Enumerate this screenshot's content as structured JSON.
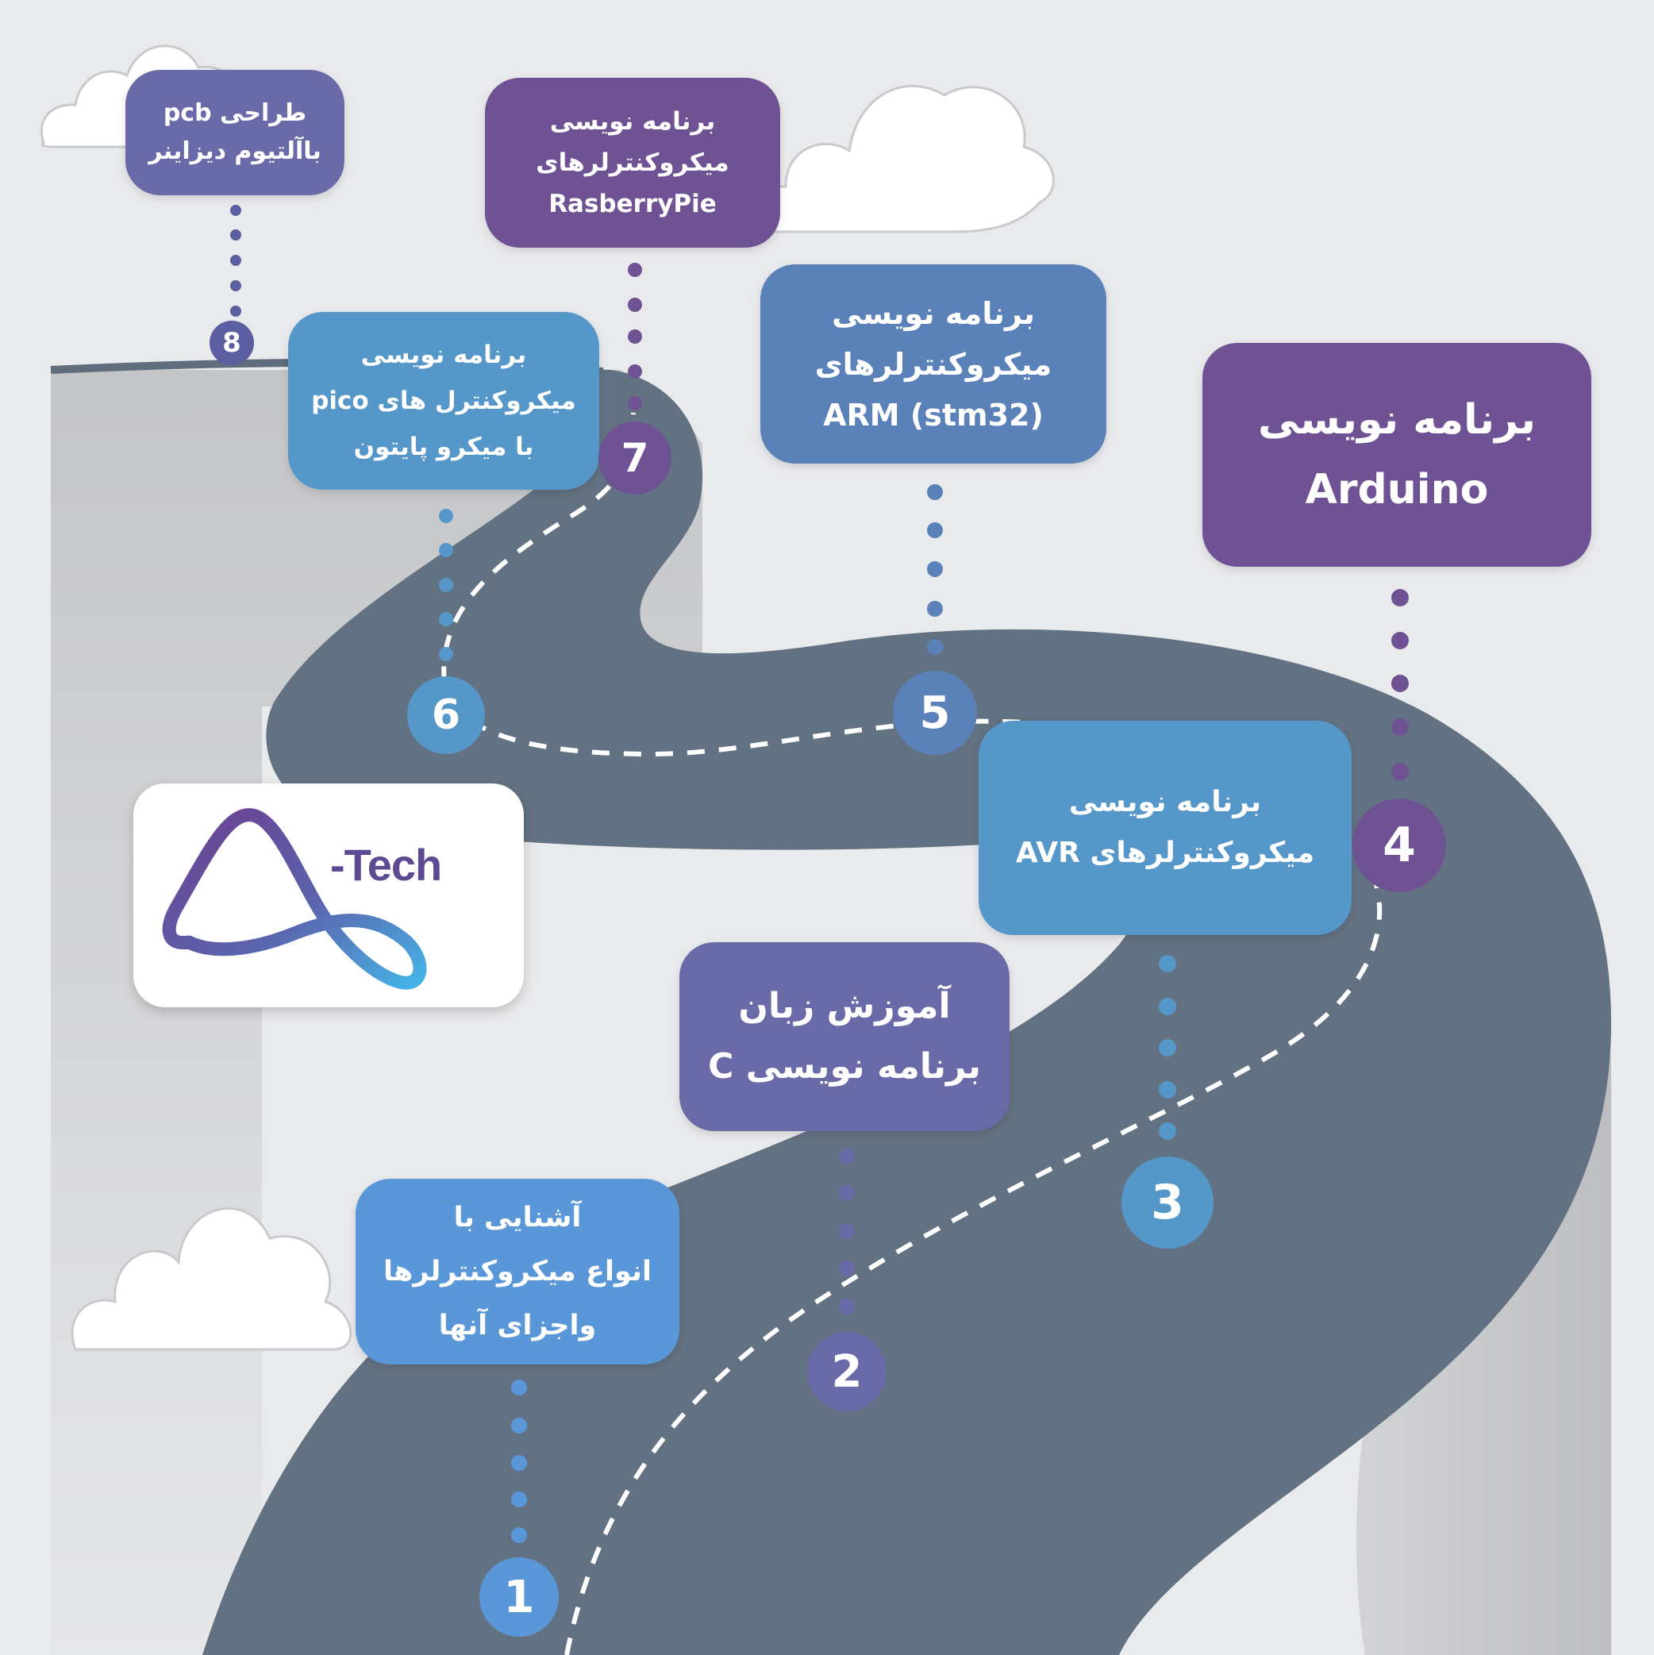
{
  "colors": {
    "background": "#e9eaec",
    "road": "#637282",
    "plateau": "#c7c8ca",
    "purple": "#6e5293",
    "slate_purple": "#6a70a8",
    "steel_blue": "#5b82b8",
    "sky_blue": "#5597c8",
    "bright_blue": "#5a97d9"
  },
  "logo": {
    "text": "-Tech"
  },
  "steps": [
    {
      "number": "1",
      "lines": [
        "آشنایی با",
        "انواع میکروکنترلرها",
        "واجزای آنها"
      ]
    },
    {
      "number": "2",
      "lines": [
        "آموزش زبان",
        "برنامه نویسی C"
      ]
    },
    {
      "number": "3",
      "lines": []
    },
    {
      "number": "4",
      "lines": [
        "برنامه نویسی",
        "Arduino"
      ]
    },
    {
      "number": "5",
      "lines": [
        "برنامه نویسی",
        "میکروکنترلرهای",
        "ARM (stm32)"
      ]
    },
    {
      "number": "6",
      "lines": [
        "برنامه نویسی",
        "میکروکنترل های pico",
        "با میکرو پایتون"
      ]
    },
    {
      "number": "7",
      "lines": [
        "برنامه نویسی",
        "میکروکنترلرهای",
        "RasberryPie"
      ]
    },
    {
      "number": "8",
      "lines": [
        "طراحی pcb",
        "باآلتیوم دیزاینر"
      ]
    }
  ],
  "step3_card": {
    "lines": [
      "برنامه نویسی",
      "میکروکنترلرهای AVR"
    ]
  }
}
